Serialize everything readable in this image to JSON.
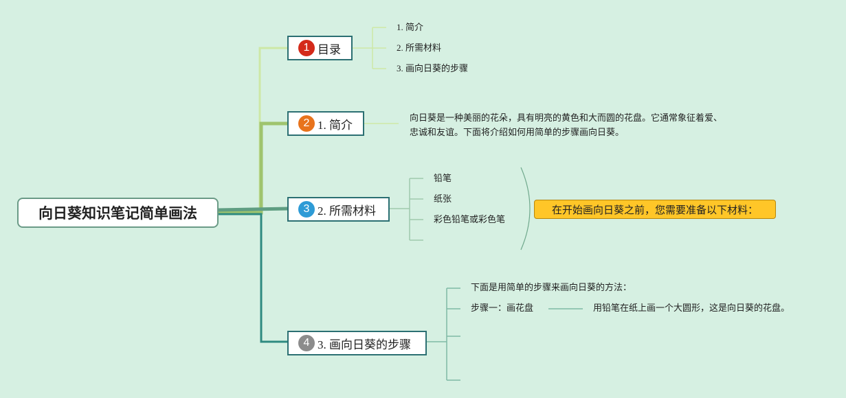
{
  "root": {
    "title": "向日葵知识笔记简单画法"
  },
  "topics": [
    {
      "number": "1",
      "label": "目录",
      "badge_color": "#d42a1a"
    },
    {
      "number": "2",
      "label": "1. 简介",
      "badge_color": "#e8731c"
    },
    {
      "number": "3",
      "label": "2. 所需材料",
      "badge_color": "#2e9bd6"
    },
    {
      "number": "4",
      "label": "3. 画向日葵的步骤",
      "badge_color": "#8c8c8c"
    }
  ],
  "toc_items": [
    "1. 简介",
    "2. 所需材料",
    "3. 画向日葵的步骤"
  ],
  "intro": {
    "line1": "向日葵是一种美丽的花朵，具有明亮的黄色和大而圆的花盘。它通常象征着爱、",
    "line2": "忠诚和友谊。下面将介绍如何用简单的步骤画向日葵。"
  },
  "materials": {
    "items": [
      "铅笔",
      "纸张",
      "彩色铅笔或彩色笔"
    ],
    "summary": "在开始画向日葵之前，您需要准备以下材料："
  },
  "steps": {
    "intro": "下面是用简单的步骤来画向日葵的方法：",
    "step1_label": "步骤一：画花盘",
    "step1_detail": "用铅笔在纸上画一个大圆形，这是向日葵的花盘。"
  },
  "colors": {
    "background": "#d6f0e2",
    "branch_toc": "#cde8a6",
    "branch_intro": "#9fc46e",
    "branch_materials": "#5f9e82",
    "branch_steps": "#2e8a80",
    "callout": "#ffc628"
  }
}
